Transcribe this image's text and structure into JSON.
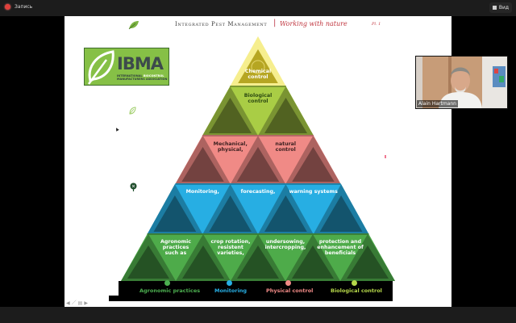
{
  "window": {
    "recording_label": "Запись",
    "view_label": "Вид"
  },
  "slide": {
    "header": {
      "title": "Integrated Pest Management",
      "separator": "|",
      "subtitle": "Working with nature",
      "page": "Pl. 1"
    },
    "logo": {
      "name": "IBMA",
      "line1_a": "INTERNATIONAL ",
      "line1_b": "BIOCONTROL",
      "line2": "MANUFACTURERS ASSOCIATION"
    },
    "pyramid": {
      "tiers": [
        {
          "id": "chemical",
          "lines": [
            "Chemical",
            "control"
          ],
          "color": "#f6ee8e"
        },
        {
          "id": "biological",
          "lines": [
            "Biological",
            "control"
          ],
          "color": "#a9cd45"
        },
        {
          "id": "physical",
          "texts": [
            [
              "Mechanical,",
              "physical,"
            ],
            [
              "natural",
              "control"
            ]
          ],
          "color": "#f08a86"
        },
        {
          "id": "monitoring",
          "texts": [
            [
              "Monitoring,"
            ],
            [
              "forecasting,"
            ],
            [
              "warning systems"
            ]
          ],
          "color": "#27aee3"
        },
        {
          "id": "agronomic",
          "texts": [
            [
              "Agronomic",
              "practices",
              "such as"
            ],
            [
              "crop rotation,",
              "resistent",
              "varieties,"
            ],
            [
              "undersowing,",
              "intercropping,"
            ],
            [
              "protection and",
              "enhancement of",
              "beneficials"
            ]
          ],
          "color": "#4eab4a"
        }
      ]
    },
    "legend": [
      {
        "label": "Agronomic practices",
        "color": "#4caf50"
      },
      {
        "label": "Monitoring",
        "color": "#27aee3"
      },
      {
        "label": "Physical control",
        "color": "#f08a86"
      },
      {
        "label": "Biological control",
        "color": "#b6d84a"
      }
    ],
    "nav_icons": [
      "prev-arrow",
      "pen",
      "menu",
      "next-arrow"
    ]
  },
  "video": {
    "participant_name": "Alain Hartmann"
  }
}
